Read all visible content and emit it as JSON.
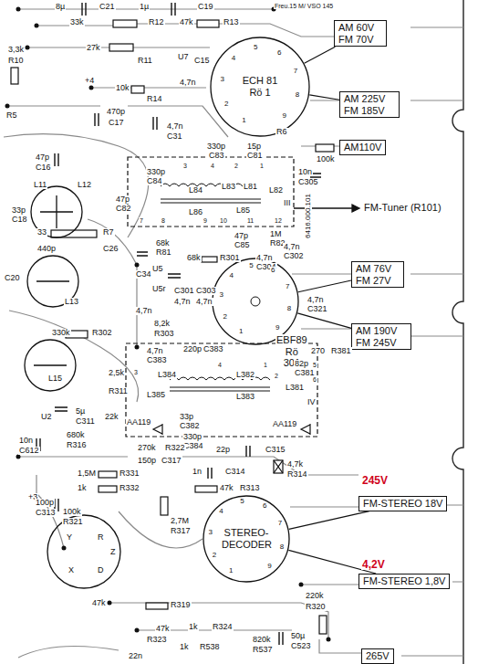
{
  "diagram": {
    "nodes": [
      {
        "text": [
          "AM 60V FM 70V"
        ]
      },
      {
        "text": [
          "AM 225V FM 185V"
        ]
      },
      {
        "text": [
          "AM110V"
        ]
      },
      {
        "text": [
          "AM 76V FM 27V"
        ]
      },
      {
        "text": [
          "AM 190V FM 245V"
        ]
      },
      {
        "text": [
          "FM-STEREO 18V"
        ]
      },
      {
        "text": [
          "FM-STEREO 1,8V"
        ]
      },
      {
        "text": [
          "265V"
        ]
      },
      {
        "text": [
          "ECH 81",
          "Rö 1"
        ]
      },
      {
        "text": [
          "EBF89",
          "Rö 301"
        ]
      },
      {
        "text": [
          "STEREO- DECODER"
        ]
      }
    ],
    "edges": [
      {
        "from": 0,
        "to": 8,
        "arrow": "none"
      },
      {
        "from": 1,
        "to": 8,
        "arrow": "none"
      },
      {
        "from": 3,
        "to": 9,
        "arrow": "none"
      },
      {
        "from": 4,
        "to": 9,
        "arrow": "none"
      },
      {
        "from": 5,
        "to": 10,
        "arrow": "none"
      },
      {
        "from": 6,
        "to": 10,
        "arrow": "none"
      }
    ],
    "labels": [
      "8µ",
      "C21",
      "1µ",
      "C19",
      "Freu.15 M/ VSO 145",
      "33k",
      "R12",
      "47k",
      "R13",
      "3,3k",
      "R10",
      "27k",
      "R11",
      "U7",
      "+4",
      "10k",
      "R14",
      "C15",
      "4,7n",
      "470p",
      "C17",
      "4,7n",
      "C31",
      "R6",
      "100k",
      "R5",
      "47p",
      "C16",
      "330p",
      "C83",
      "15p",
      "C81",
      "10n",
      "C305",
      "L84",
      "L83",
      "L81",
      "330p",
      "C84",
      "L86",
      "L85",
      "L82",
      "47p",
      "C82",
      "III",
      "1M",
      "R82",
      "FM-Tuner (R101)",
      "L11",
      "L12",
      "33p",
      "C18",
      "33",
      "R7",
      "440p",
      "C26",
      "C20",
      "L13",
      "C34",
      "68k",
      "R81",
      "47p",
      "C85",
      "4,7n",
      "C304",
      "4,7n",
      "C302",
      "68k",
      "R301",
      "U5",
      "U5r",
      "4,7n",
      "C301",
      "4,7n",
      "C303",
      "4,7n",
      "4,7n",
      "C321",
      "8,2k",
      "R303",
      "330k",
      "R302",
      "6416.000.101",
      "L15",
      "4,7n",
      "C383",
      "220p",
      "C383",
      "270",
      "R381",
      "82p",
      "C381",
      "2,5k",
      "R311",
      "L384",
      "L382",
      "L381",
      "L385",
      "L383",
      "IV",
      "5µ",
      "C311",
      "22k",
      "AA119",
      "33p",
      "C382",
      "AA119",
      "680k",
      "R316",
      "U2",
      "330p",
      "C384",
      "22p",
      "C315",
      "10n",
      "C612",
      "270k",
      "R322",
      "150p",
      "C317",
      "1n",
      "C314",
      "4,7k",
      "R314",
      "1,5M",
      "R331",
      "1k",
      "R332",
      "47k",
      "R313",
      "+3",
      "245V",
      "100p",
      "C313",
      "100k",
      "R321",
      "2,7M",
      "R317",
      "Y",
      "R",
      "Z",
      "X",
      "D",
      "4,2V",
      "47k",
      "R319",
      "220k",
      "R320",
      "47k",
      "R323",
      "1k",
      "R324",
      "820k",
      "R537",
      "50µ",
      "C523",
      "1k",
      "R538",
      "22n",
      "1",
      "2",
      "3",
      "4",
      "5",
      "6",
      "7",
      "8",
      "9",
      "1",
      "2",
      "3",
      "4",
      "5",
      "6",
      "7",
      "8",
      "9",
      "1",
      "2",
      "3",
      "4",
      "5",
      "6",
      "7",
      "8",
      "9",
      "3",
      "4",
      "2",
      "1",
      "7",
      "8",
      "9",
      "10",
      "11",
      "12",
      "3",
      "4",
      "1",
      "2",
      "5",
      "6"
    ]
  }
}
